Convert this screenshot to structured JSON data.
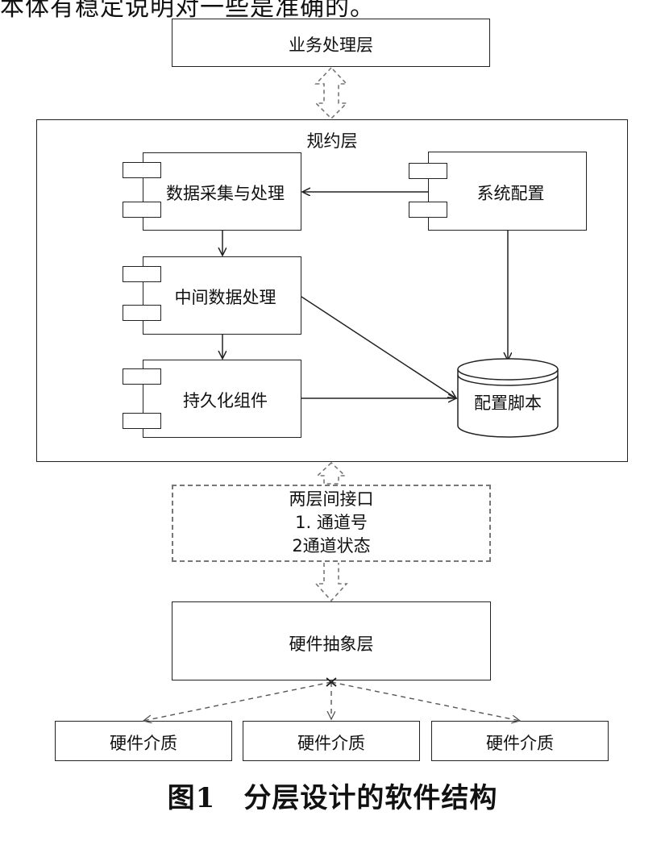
{
  "top_text": "本体有稳定说明对一些是准确的。",
  "layers": {
    "business": "业务处理层",
    "protocol": "规约层",
    "interface": {
      "title": "两层间接口",
      "line1": "1. 通道号",
      "line2": "2通道状态"
    },
    "hardware_abstraction": "硬件抽象层"
  },
  "components": {
    "data_collection": "数据采集与处理",
    "system_config": "系统配置",
    "intermediate_data": "中间数据处理",
    "persistence": "持久化组件",
    "config_script": "配置脚本"
  },
  "hardware_media": [
    "硬件介质",
    "硬件介质",
    "硬件介质"
  ],
  "caption": "图1　分层设计的软件结构"
}
